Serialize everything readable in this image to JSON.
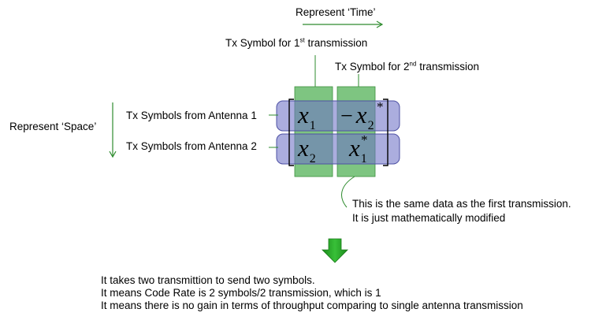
{
  "labels": {
    "time": "Represent ‘Time’",
    "space": "Represent ‘Space’",
    "tx_first_pre": "Tx Symbol for 1",
    "tx_first_ord": "st",
    "tx_first_post": " transmission",
    "tx_second_pre": "Tx Symbol for 2",
    "tx_second_ord": "nd",
    "tx_second_post": " transmission",
    "antenna1": "Tx Symbols from Antenna 1",
    "antenna2": "Tx Symbols from Antenna 2",
    "note_line1": "This is the same data as the first transmission.",
    "note_line2": "It is just mathematically modified"
  },
  "matrix": {
    "r1c1": {
      "var": "x",
      "sub": "1",
      "sign": "",
      "conj": ""
    },
    "r1c2": {
      "var": "x",
      "sub": "2",
      "sign": "−",
      "conj": "*"
    },
    "r2c1": {
      "var": "x",
      "sub": "2",
      "sign": "",
      "conj": ""
    },
    "r2c2": {
      "var": "x",
      "sub": "1",
      "sign": "",
      "conj": "*"
    }
  },
  "conclusions": [
    "It takes two transmittion to send two symbols.",
    "It means Code Rate is 2 symbols/2 transmission, which is 1",
    "It means there is no gain in terms of throughput comparing to single antenna transmission"
  ],
  "colors": {
    "green_arrow": "#2e8b2e",
    "green_column": "#4caf50",
    "blue_row": "#6f72c6",
    "down_arrow_fill": "#22a022"
  }
}
